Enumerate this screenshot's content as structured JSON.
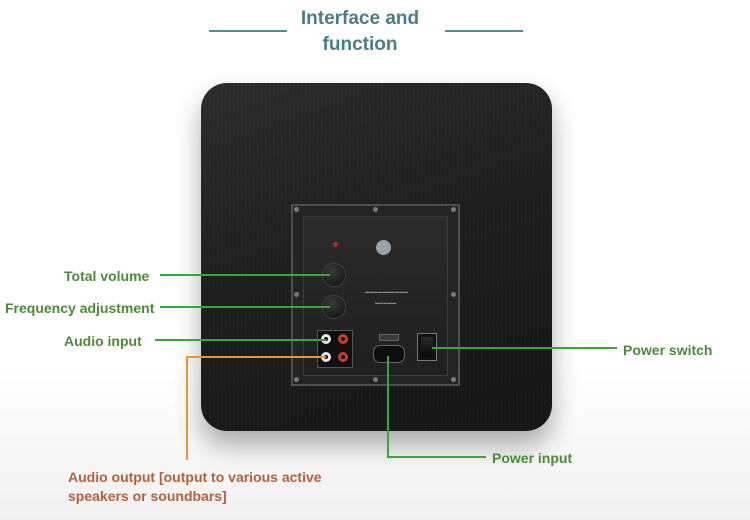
{
  "header": {
    "title_line1": "Interface and",
    "title_line2": "function"
  },
  "labels": {
    "total_volume": "Total volume",
    "frequency_adjustment": "Frequency adjustment",
    "audio_input": "Audio input",
    "power_switch": "Power switch",
    "power_input": "Power input",
    "audio_output_line1": "Audio output [output to various active",
    "audio_output_line2": "speakers or soundbars]"
  },
  "colors": {
    "title": "#4a7d8a",
    "label_green": "#4b8a3a",
    "label_orange": "#b5603a",
    "leader_green": "#3aa53a",
    "leader_orange": "#e8962e"
  }
}
